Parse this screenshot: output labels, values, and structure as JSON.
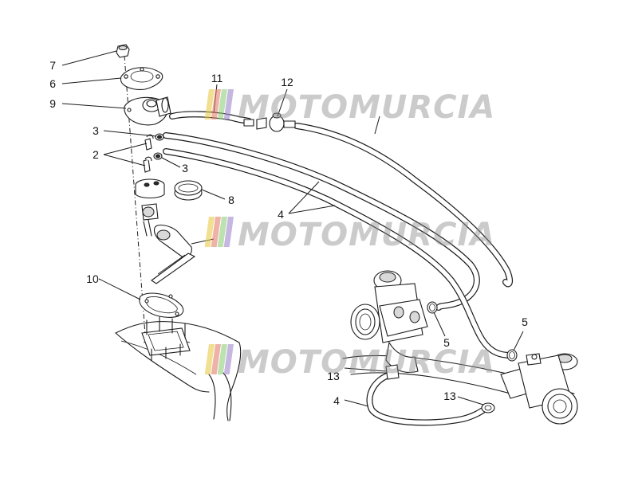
{
  "watermark": {
    "text": "MOTOMURCIA",
    "stripe_colors": [
      "#e8c94a",
      "#e57f6a",
      "#8fcf7a",
      "#9f87c9"
    ]
  },
  "callouts": {
    "c7": "7",
    "c6": "6",
    "c9": "9",
    "c3a": "3",
    "c2": "2",
    "c3b": "3",
    "c8": "8",
    "c10": "10",
    "c11": "11",
    "c12": "12",
    "c4a": "4",
    "c5a": "5",
    "c5b": "5",
    "c13a": "13",
    "c4b": "4",
    "c13b": "13"
  }
}
